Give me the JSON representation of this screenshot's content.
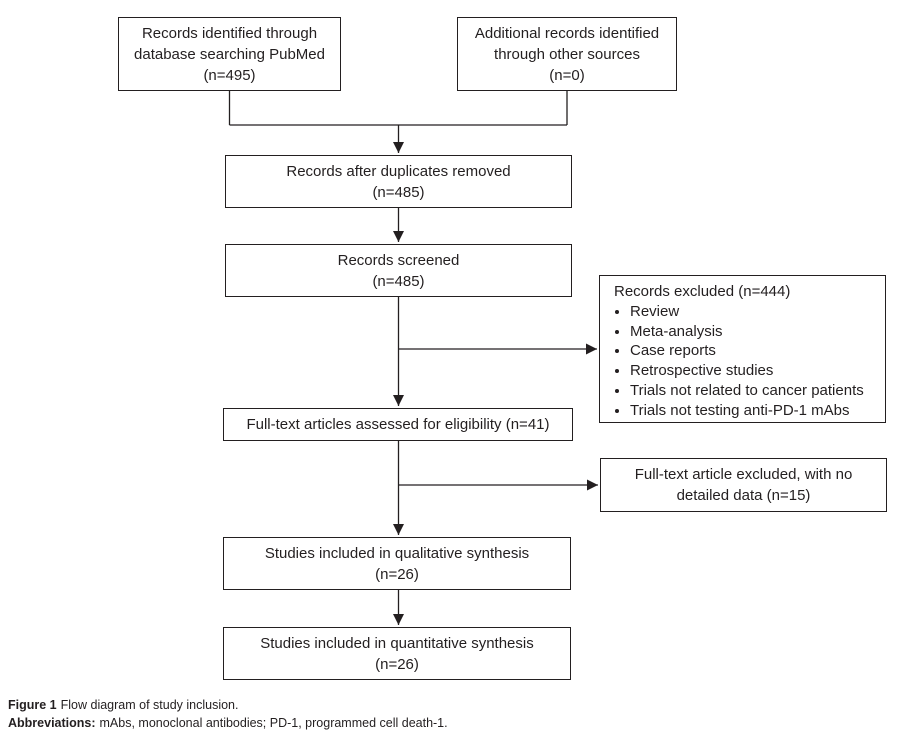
{
  "figure": {
    "boxes": {
      "identified": {
        "lines": [
          "Records identified through",
          "database searching PubMed",
          "(n=495)"
        ]
      },
      "additional": {
        "lines": [
          "Additional records identified",
          "through other sources",
          "(n=0)"
        ]
      },
      "duplicates_removed": {
        "lines": [
          "Records after duplicates removed",
          "(n=485)"
        ]
      },
      "screened": {
        "lines": [
          "Records screened",
          "(n=485)"
        ]
      },
      "records_excluded": {
        "title": "Records excluded (n=444)",
        "items": [
          "Review",
          "Meta-analysis",
          "Case reports",
          "Retrospective studies",
          "Trials not related to cancer patients",
          "Trials not testing anti-PD-1 mAbs"
        ]
      },
      "fulltext_assessed": {
        "lines": [
          "Full-text articles assessed for eligibility (n=41)"
        ]
      },
      "fulltext_excluded": {
        "lines": [
          "Full-text article excluded, with no",
          "detailed data (n=15)"
        ]
      },
      "qualitative": {
        "lines": [
          "Studies included in qualitative synthesis",
          "(n=26)"
        ]
      },
      "quantitative": {
        "lines": [
          "Studies included in quantitative synthesis",
          "(n=26)"
        ]
      }
    },
    "caption": {
      "figure_label": "Figure 1",
      "figure_text": "Flow diagram of study inclusion.",
      "abbreviations_label": "Abbreviations:",
      "abbreviations_text": "mAbs, monoclonal antibodies; PD-1, programmed cell death-1."
    },
    "colors": {
      "ink": "#231f20",
      "background": "#ffffff"
    }
  }
}
